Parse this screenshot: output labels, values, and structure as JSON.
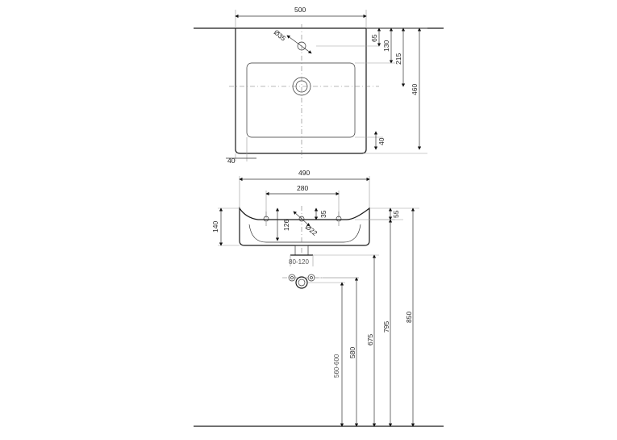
{
  "top_view": {
    "width_label": "500",
    "tap_hole_label": "Ø35",
    "dim_65": "65",
    "dim_130": "130",
    "dim_215": "215",
    "dim_460": "460",
    "dim_40_right": "40",
    "dim_40_left": "40"
  },
  "front_view": {
    "width_490": "490",
    "width_280": "280",
    "dim_35": "35",
    "dim_55": "55",
    "dim_140": "140",
    "dim_126": "126",
    "drain_label": "Ø22",
    "dim_80_120": "80-120"
  },
  "heights": {
    "h_850": "850",
    "h_795": "795",
    "h_675": "675",
    "h_580": "580",
    "h_560_600": "560-600"
  }
}
